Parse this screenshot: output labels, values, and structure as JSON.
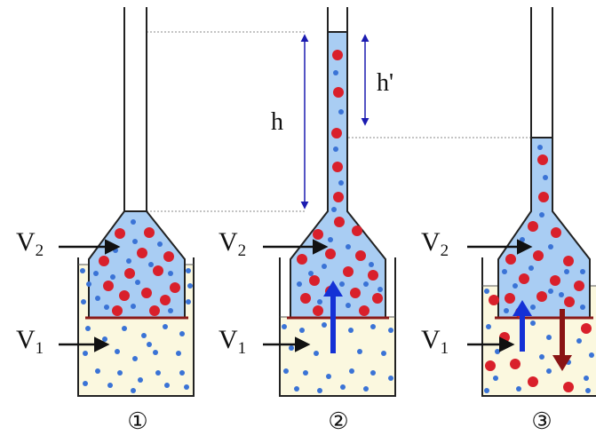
{
  "labels": {
    "v2": "V",
    "v2_sub": "2",
    "v1": "V",
    "v1_sub": "1",
    "h": "h",
    "h_prime": "h'"
  },
  "panels": [
    {
      "id": "1",
      "number_label": "①"
    },
    {
      "id": "2",
      "number_label": "②"
    },
    {
      "id": "3",
      "number_label": "③"
    }
  ],
  "colors": {
    "blue_liquid": "#a9cdf3",
    "yellow_liquid": "#fbf8df",
    "red_particle": "#d9202b",
    "blue_particle": "#3a73d6",
    "membrane": "#8b1a1a",
    "arrow_blue": "#1431d6",
    "arrow_red": "#8a1414",
    "dim_arrow": "#1b1bb0",
    "dotted_line": "#888888"
  }
}
